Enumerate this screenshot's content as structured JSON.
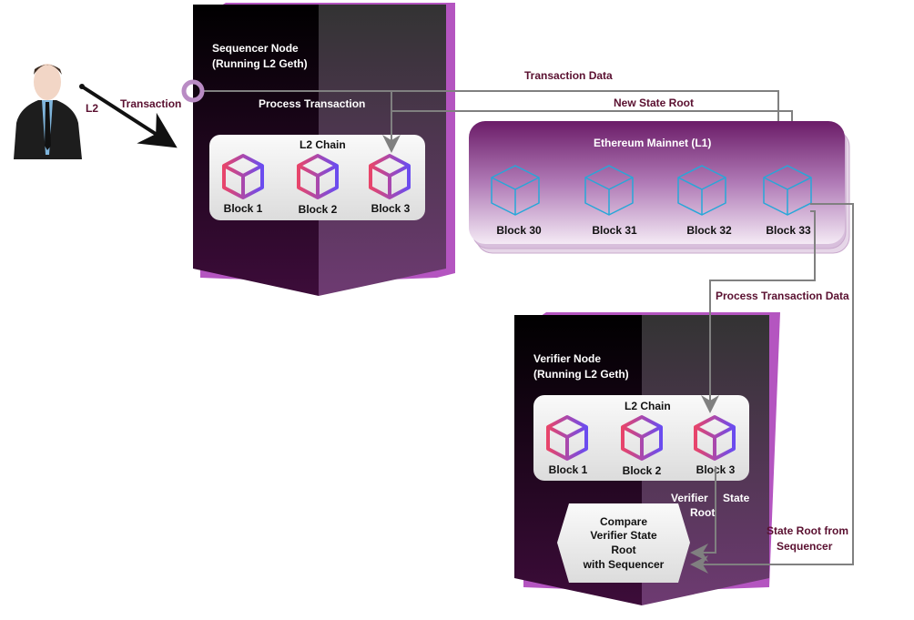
{
  "user": {
    "network_label": "L2",
    "action_label": "Transaction"
  },
  "sequencer": {
    "title": "Sequencer Node",
    "subtitle": "(Running L2 Geth)",
    "process_label": "Process Transaction",
    "chain_title": "L2 Chain",
    "blocks": [
      "Block 1",
      "Block 2",
      "Block 3"
    ]
  },
  "flows": {
    "transaction_data": "Transaction Data",
    "new_state_root": "New State Root",
    "process_transaction_data": "Process Transaction Data",
    "state_root_from_sequencer_1": "State Root from",
    "state_root_from_sequencer_2": "Sequencer",
    "verifier_state_root_1": "Verifier",
    "verifier_state_root_2": "State",
    "verifier_state_root_3": "Root"
  },
  "mainnet": {
    "title": "Ethereum Mainnet (L1)",
    "blocks": [
      "Block 30",
      "Block 31",
      "Block 32",
      "Block 33"
    ]
  },
  "verifier": {
    "title": "Verifier Node",
    "subtitle": "(Running L2 Geth)",
    "chain_title": "L2 Chain",
    "blocks": [
      "Block 1",
      "Block 2",
      "Block 3"
    ],
    "compare_lines": [
      "Compare",
      "Verifier State",
      "Root",
      "with Sequencer"
    ]
  },
  "colors": {
    "accent": "#b455c0",
    "dark": "#2a0a22",
    "arrow": "#808080",
    "label": "#5a1030"
  }
}
